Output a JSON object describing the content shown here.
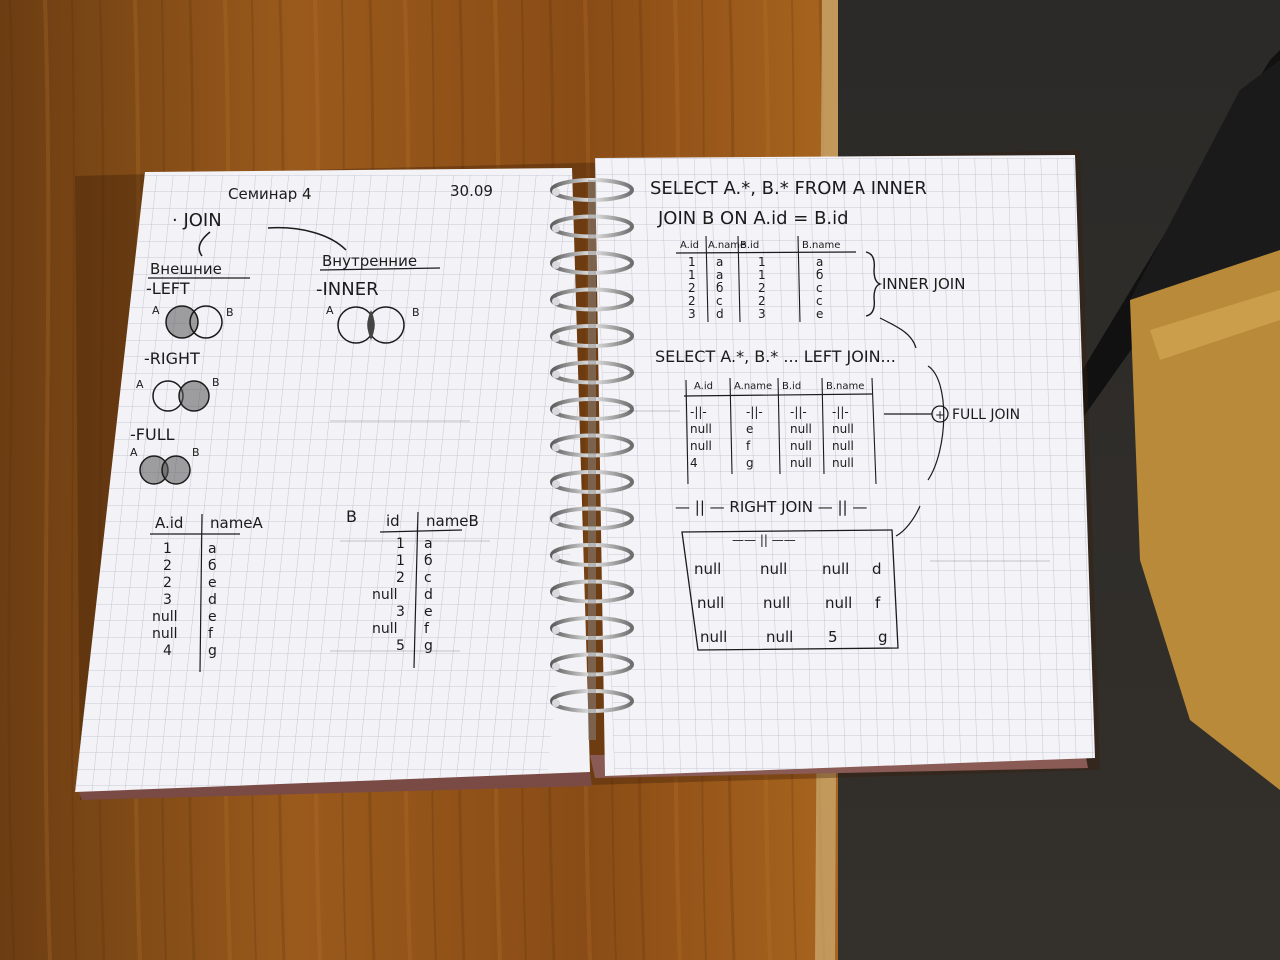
{
  "left_page": {
    "header_title": "Семинар 4",
    "header_date": "30.09",
    "join_label": "· JOIN",
    "outer_label": "Внешние",
    "inner_heading": "Внутренние",
    "left_label": "-LEFT",
    "inner_label": "-INNER",
    "right_label": "-RIGHT",
    "full_label": "-FULL",
    "venn_a": "A",
    "venn_b": "B",
    "table_a": {
      "headers": [
        "A.id",
        "nameA"
      ],
      "rows": [
        [
          "1",
          "a"
        ],
        [
          "2",
          "б"
        ],
        [
          "2",
          "e"
        ],
        [
          "3",
          "d"
        ],
        [
          "null",
          "e"
        ],
        [
          "null",
          "f"
        ],
        [
          "4",
          "g"
        ]
      ]
    },
    "table_b": {
      "title": "B",
      "headers": [
        "id",
        "nameB"
      ],
      "rows": [
        [
          "1",
          "a"
        ],
        [
          "1",
          "б"
        ],
        [
          "2",
          "c"
        ],
        [
          "null",
          "d"
        ],
        [
          "3",
          "e"
        ],
        [
          "null",
          "f"
        ],
        [
          "5",
          "g"
        ]
      ]
    }
  },
  "right_page": {
    "query1_line1": "SELECT A.*, B.* FROM A INNER",
    "query1_line2": "JOIN B ON A.id = B.id",
    "inner_table": {
      "headers": [
        "A.id",
        "A.name",
        "B.id",
        "B.name"
      ],
      "rows": [
        [
          "1",
          "a",
          "1",
          "a"
        ],
        [
          "1",
          "a",
          "1",
          "б"
        ],
        [
          "2",
          "б",
          "2",
          "c"
        ],
        [
          "2",
          "c",
          "2",
          "c"
        ],
        [
          "3",
          "d",
          "3",
          "e"
        ]
      ]
    },
    "inner_join_label": "INNER JOIN",
    "query2": "SELECT A.*, B.* ... LEFT JOIN...",
    "left_table": {
      "headers": [
        "A.id",
        "A.name",
        "B.id",
        "B.name"
      ],
      "rows": [
        [
          "-||-",
          "-||-",
          "-||-",
          "-||-"
        ],
        [
          "null",
          "e",
          "null",
          "null"
        ],
        [
          "null",
          "f",
          "null",
          "null"
        ],
        [
          "4",
          "g",
          "null",
          "null"
        ]
      ]
    },
    "plus_sign": "+",
    "full_join_label": "FULL JOIN",
    "right_join_label": "— || — RIGHT JOIN — || —",
    "right_table": {
      "ditto": "—— || ——",
      "rows": [
        [
          "null",
          "null",
          "null",
          "d"
        ],
        [
          "null",
          "null",
          "null",
          "f"
        ],
        [
          "null",
          "null",
          "5",
          "g"
        ]
      ]
    }
  }
}
